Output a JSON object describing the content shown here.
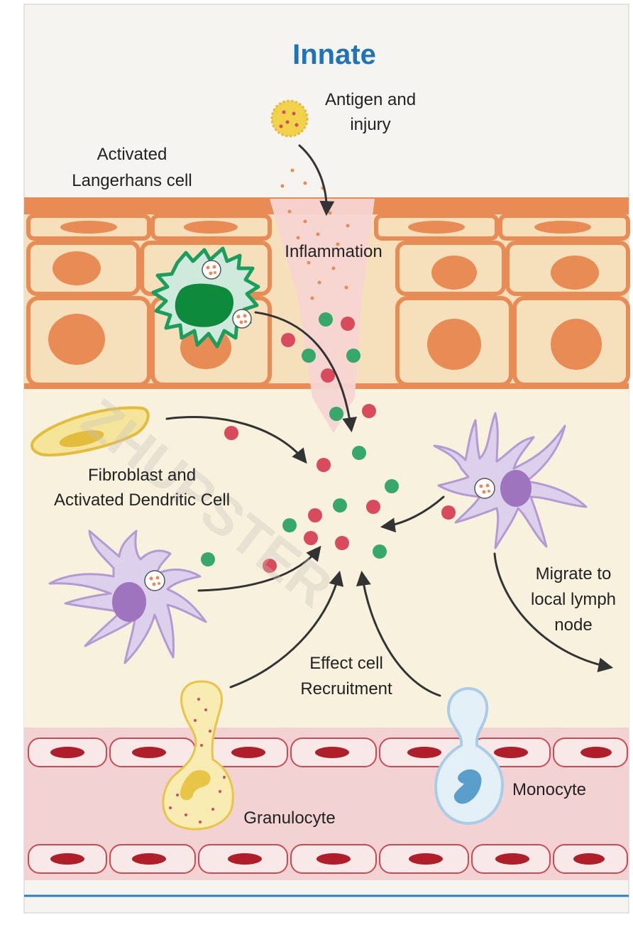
{
  "title": "Innate",
  "labels": {
    "antigen": [
      "Antigen and",
      "injury"
    ],
    "langerhans": [
      "Activated",
      "Langerhans cell"
    ],
    "inflammation": "Inflammation",
    "fibroblast": [
      "Fibroblast and",
      "Activated Dendritic Cell"
    ],
    "migrate": [
      "Migrate to",
      "local lymph",
      "node"
    ],
    "recruitment": [
      "Effect cell",
      "Recruitment"
    ],
    "monocyte": "Monocyte",
    "granulocyte": "Granulocyte"
  },
  "watermark": "ZHUPSTER",
  "colors": {
    "title": "#1f73b7",
    "skin_cell": "#e98b55",
    "skin_cell_fill": "#f6e0bc",
    "langerhans": "#1a9e5c",
    "dendritic": "#b39ad2",
    "fibroblast": "#e8c447",
    "red_dot": "#d94a5c",
    "green_dot": "#35a86a",
    "rbc": "#b01e2a",
    "vessel": "#f2d2d2",
    "monocyte": "#a9cde6",
    "granulocyte": "#f1dc84"
  }
}
